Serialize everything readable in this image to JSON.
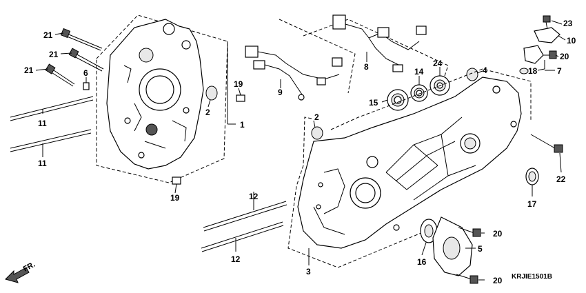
{
  "diagram": {
    "code": "KRJIE1501B",
    "front_label": "FR.",
    "labels": {
      "p1": "1",
      "p2a": "2",
      "p2b": "2",
      "p3": "3",
      "p4": "4",
      "p5": "5",
      "p6": "6",
      "p7": "7",
      "p8": "8",
      "p9": "9",
      "p10": "10",
      "p11a": "11",
      "p11b": "11",
      "p12a": "12",
      "p12b": "12",
      "p14": "14",
      "p15": "15",
      "p16": "16",
      "p17": "17",
      "p18": "18",
      "p19a": "19",
      "p19b": "19",
      "p20a": "20",
      "p20b": "20",
      "p20c": "20",
      "p21a": "21",
      "p21b": "21",
      "p21c": "21",
      "p22": "22",
      "p23": "23",
      "p24": "24"
    }
  }
}
